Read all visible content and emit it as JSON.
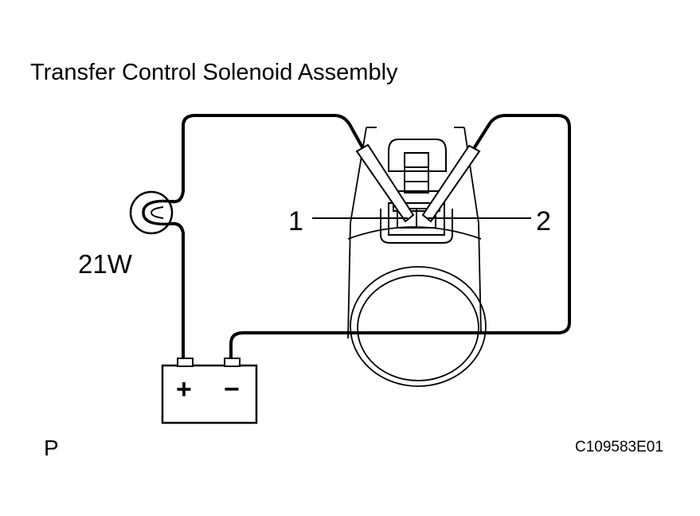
{
  "title": "Transfer Control Solenoid Assembly",
  "bulb_label": "21W",
  "terminal_1": "1",
  "terminal_2": "2",
  "battery_plus": "+",
  "battery_minus": "−",
  "corner_letter": "P",
  "figure_code": "C109583E01",
  "colors": {
    "line": "#000000",
    "background": "#ffffff"
  }
}
